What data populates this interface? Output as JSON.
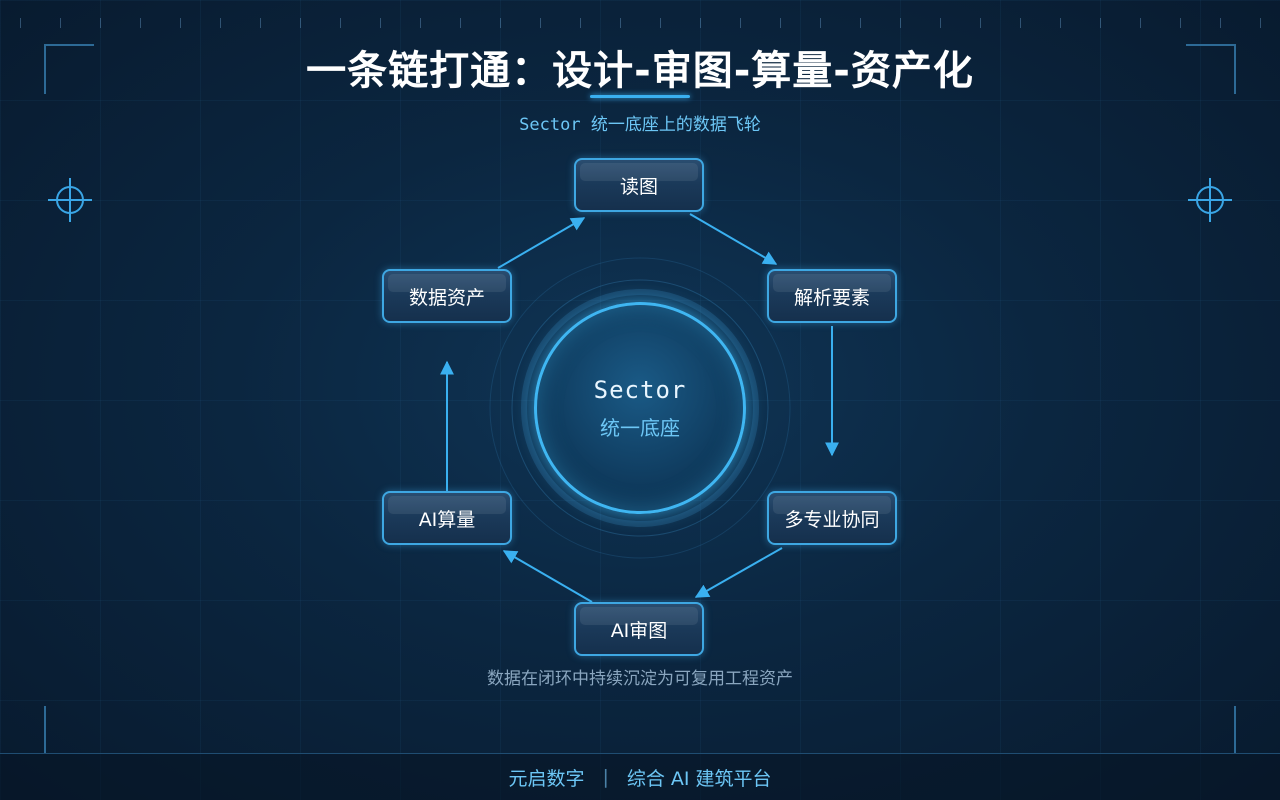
{
  "title": "一条链打通：设计-审图-算量-资产化",
  "subtitle": "Sector 统一底座上的数据飞轮",
  "hub": {
    "title": "Sector",
    "subtitle": "统一底座"
  },
  "nodes": {
    "read": "读图",
    "parse": "解析要素",
    "collab": "多专业协同",
    "review": "AI审图",
    "calc": "AI算量",
    "asset": "数据资产"
  },
  "caption": "数据在闭环中持续沉淀为可复用工程资产",
  "footer": {
    "left": "元启数字",
    "separator": "|",
    "right": "综合 AI 建筑平台"
  },
  "colors": {
    "accent": "#3fb6f2",
    "text_accent": "#6cc6f5",
    "background": "#0b2640"
  }
}
